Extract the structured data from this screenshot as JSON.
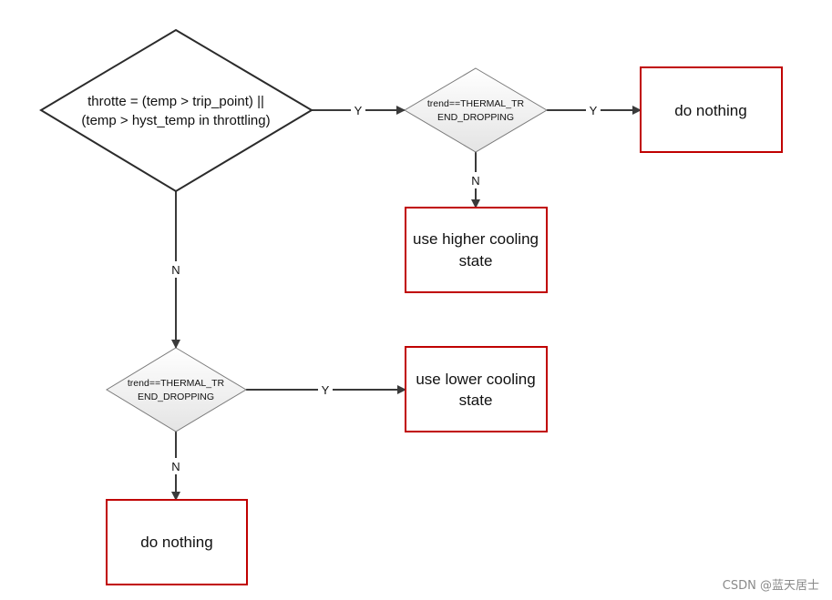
{
  "diagram": {
    "decision_main": {
      "line1": "throtte = (temp > trip_point)  ||",
      "line2": "(temp > hyst_temp in throttling)"
    },
    "decision_trend_top": {
      "line1": "trend==THERMAL_TR",
      "line2": "END_DROPPING"
    },
    "decision_trend_bottom": {
      "line1": "trend==THERMAL_TR",
      "line2": "END_DROPPING"
    },
    "box_do_nothing_top": {
      "line1": "do nothing"
    },
    "box_higher": {
      "line1": "use higher cooling",
      "line2": "state"
    },
    "box_lower": {
      "line1": "use lower cooling",
      "line2": "state"
    },
    "box_do_nothing_bottom": {
      "line1": "do nothing"
    },
    "labels": {
      "main_yes": "Y",
      "main_no": "N",
      "top_yes": "Y",
      "top_no": "N",
      "bottom_yes": "Y",
      "bottom_no": "N"
    },
    "colors": {
      "box_border": "#c00000",
      "line": "#3a3a3a",
      "diamond_fill_top": "#ffffff",
      "diamond_fill_bottom": "#e6e6e6"
    }
  },
  "watermark": "CSDN @蓝天居士"
}
